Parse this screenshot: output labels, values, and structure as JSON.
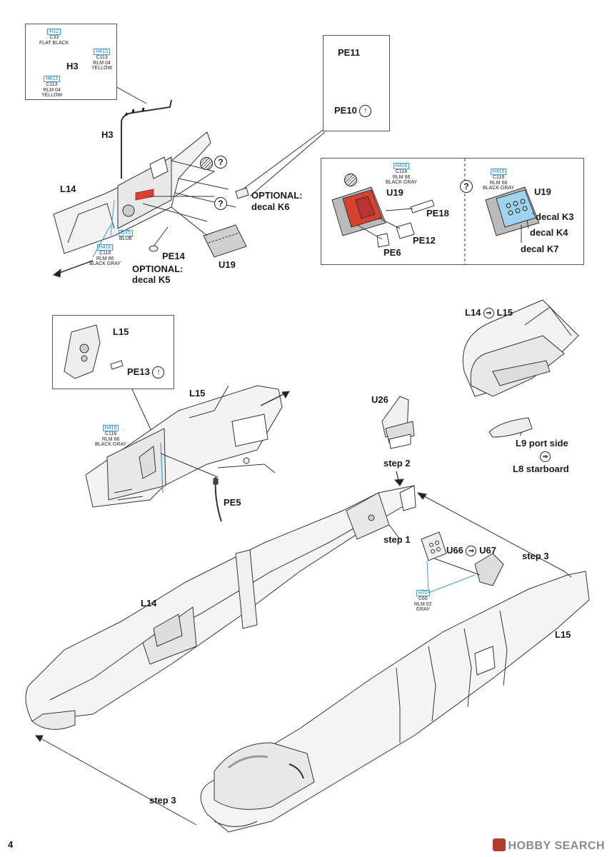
{
  "page_number": "4",
  "watermark": "HOBBY SEARCH",
  "labels": {
    "h3_inset": "H3",
    "h3_main": "H3",
    "l14_top": "L14",
    "pe11": "PE11",
    "pe10": "PE10",
    "optional_k6_line1": "OPTIONAL:",
    "optional_k6_line2": "decal K6",
    "u19_main": "U19",
    "pe14": "PE14",
    "optional_k5_line1": "OPTIONAL:",
    "optional_k5_line2": "decal K5",
    "u19_red": "U19",
    "pe18": "PE18",
    "pe12": "PE12",
    "pe6": "PE6",
    "u19_decal": "U19",
    "decal_k3": "decal K3",
    "decal_k4": "decal K4",
    "decal_k7": "decal K7",
    "l15_inset": "L15",
    "pe13": "PE13",
    "l15_mid": "L15",
    "pe5": "PE5",
    "l14_l15_a": "L14",
    "l14_l15_b": "L15",
    "l9_port": "L9 port side",
    "l8_starboard": "L8 starboard",
    "u26": "U26",
    "step2": "step 2",
    "step1": "step 1",
    "u66": "U66",
    "u67": "U67",
    "step3_right": "step 3",
    "l14_bottom": "L14",
    "l15_bottom": "L15",
    "step3_bottom": "step 3"
  },
  "paints": {
    "h12": {
      "code": "H12",
      "c": "C33",
      "name": "FLAT BLACK"
    },
    "h413_a": {
      "code": "H413",
      "c": "C113",
      "name1": "RLM 04",
      "name2": "YELLOW"
    },
    "h413_b": {
      "code": "H413",
      "c": "C113",
      "name1": "RLM 04",
      "name2": "YELLOW"
    },
    "gx5": {
      "code": "GX5",
      "name": "BLUE"
    },
    "h416_top": {
      "code": "H416",
      "c": "C116",
      "name1": "RLM 66",
      "name2": "BLACK GRAY"
    },
    "h416_red": {
      "code": "H416",
      "c": "C116",
      "name1": "RLM 66",
      "name2": "BLACK GRAY"
    },
    "h416_decal": {
      "code": "H416",
      "c": "C116",
      "name1": "RLM 66",
      "name2": "BLACK GRAY"
    },
    "h416_mid": {
      "code": "H416",
      "c": "C116",
      "name1": "RLM 66",
      "name2": "BLACK GRAY"
    },
    "h70": {
      "code": "H70",
      "c": "C60",
      "name1": "RLM 02",
      "name2": "GRAY"
    }
  },
  "icons": {
    "bend_arrow": "↑",
    "swap_arrow": "⇒",
    "question": "?"
  },
  "colors": {
    "paint_code_border": "#3aa0d8",
    "red_part": "#d9412f",
    "light_blue_part": "#9fd3ef"
  }
}
